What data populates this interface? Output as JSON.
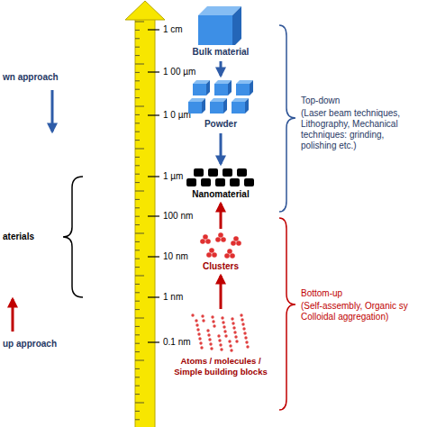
{
  "diagram": {
    "nodes": [
      {
        "text": [
          "Bulk material"
        ]
      },
      {
        "text": [
          "Powder"
        ]
      },
      {
        "text": [
          "Nanomaterial"
        ]
      },
      {
        "text": [
          "Clusters"
        ]
      },
      {
        "text": [
          "Atoms / molecules / Simple building blocks"
        ]
      }
    ],
    "edges": [
      {
        "from": 0,
        "to": 1,
        "arrow": "to"
      },
      {
        "from": 1,
        "to": 2,
        "arrow": "to"
      },
      {
        "from": 3,
        "to": 2,
        "arrow": "to"
      },
      {
        "from": 4,
        "to": 3,
        "arrow": "to"
      }
    ],
    "labels": [
      "wn approach",
      "aterials",
      "up approach",
      "1 cm",
      "1 00 µm",
      "1 0 µm",
      "1 µm",
      "100 nm",
      "10 nm",
      "1 nm",
      "0.1 nm",
      "Top-down",
      "(Laser beam techniques, Lithography, Mechanical techniques: grinding, polishing etc.)",
      "Bottom-up",
      "(Self-assembly, Organic sy Colloidal aggregation)"
    ]
  }
}
